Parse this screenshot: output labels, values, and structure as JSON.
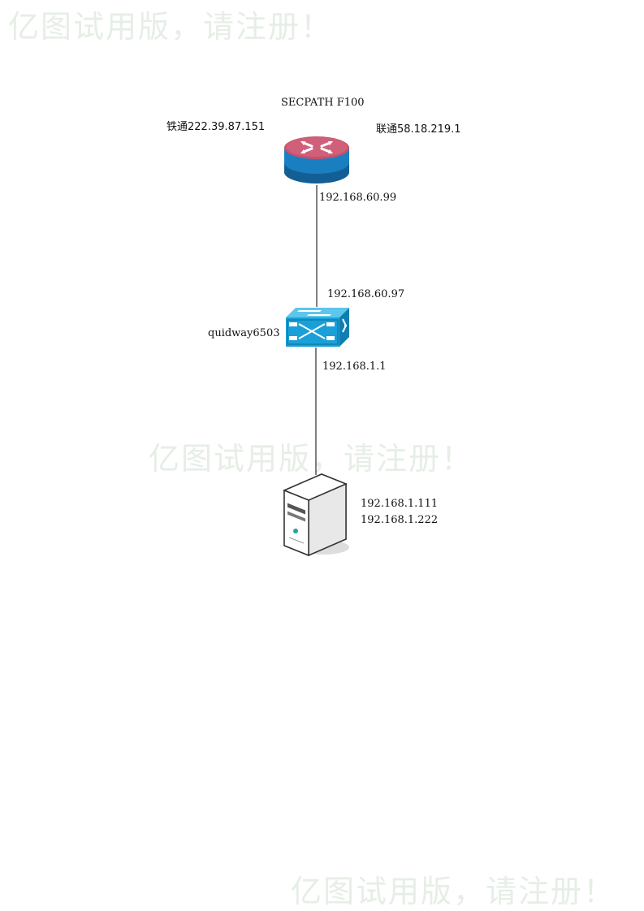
{
  "watermark": {
    "text": "亿图试用版，请注册！",
    "color": "#e6eee6"
  },
  "router": {
    "icon": "router-icon",
    "name": "SECPATH F100",
    "wan1": "铁通222.39.87.151",
    "wan2": "联通58.18.219.1",
    "lan_ip": "192.168.60.99",
    "colors": {
      "top": "#c8506a",
      "body": "#1a7fc0"
    }
  },
  "switch": {
    "icon": "switch-icon",
    "name": "quidway6503",
    "uplink_ip": "192.168.60.97",
    "downlink_ip": "192.168.1.1",
    "color": "#1aa0d8"
  },
  "server": {
    "icon": "server-icon",
    "ips": [
      "192.168.1.111",
      "192.168.1.222"
    ]
  }
}
